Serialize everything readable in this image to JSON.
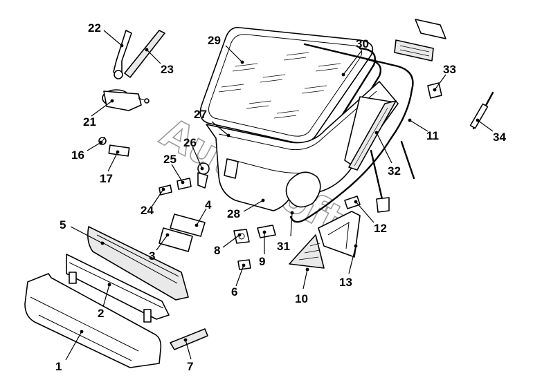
{
  "watermark": "AutoSoft",
  "callouts": [
    {
      "id": "1",
      "label": "1"
    },
    {
      "id": "2",
      "label": "2"
    },
    {
      "id": "3",
      "label": "3"
    },
    {
      "id": "4",
      "label": "4"
    },
    {
      "id": "5",
      "label": "5"
    },
    {
      "id": "6",
      "label": "6"
    },
    {
      "id": "7",
      "label": "7"
    },
    {
      "id": "8",
      "label": "8"
    },
    {
      "id": "9",
      "label": "9"
    },
    {
      "id": "10",
      "label": "10"
    },
    {
      "id": "11",
      "label": "11"
    },
    {
      "id": "12",
      "label": "12"
    },
    {
      "id": "13",
      "label": "13"
    },
    {
      "id": "16",
      "label": "16"
    },
    {
      "id": "17",
      "label": "17"
    },
    {
      "id": "21",
      "label": "21"
    },
    {
      "id": "22",
      "label": "22"
    },
    {
      "id": "23",
      "label": "23"
    },
    {
      "id": "24",
      "label": "24"
    },
    {
      "id": "25",
      "label": "25"
    },
    {
      "id": "26",
      "label": "26"
    },
    {
      "id": "27",
      "label": "27"
    },
    {
      "id": "28",
      "label": "28"
    },
    {
      "id": "29",
      "label": "29"
    },
    {
      "id": "30",
      "label": "30"
    },
    {
      "id": "31",
      "label": "31"
    },
    {
      "id": "32",
      "label": "32"
    },
    {
      "id": "33",
      "label": "33"
    },
    {
      "id": "34",
      "label": "34"
    }
  ]
}
